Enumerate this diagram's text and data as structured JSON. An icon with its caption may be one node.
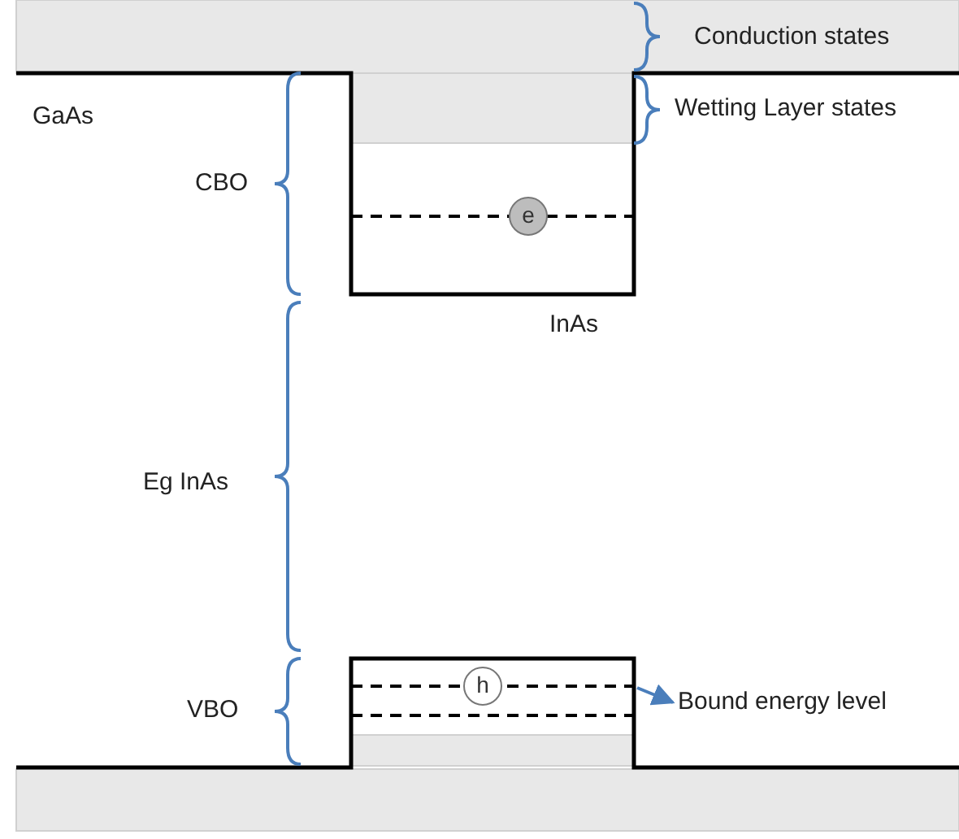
{
  "diagram": {
    "nodes": [
      {
        "text": [
          "e"
        ]
      },
      {
        "text": [
          "h"
        ]
      },
      {
        "text": [
          "Bound energy level"
        ]
      }
    ],
    "edges": [
      {
        "from": null,
        "to": 2,
        "arrow": "to"
      }
    ],
    "labels": [
      "Conduction states",
      "Wetting Layer states",
      "GaAs",
      "CBO",
      "InAs",
      "Eg InAs",
      "VBO"
    ]
  }
}
